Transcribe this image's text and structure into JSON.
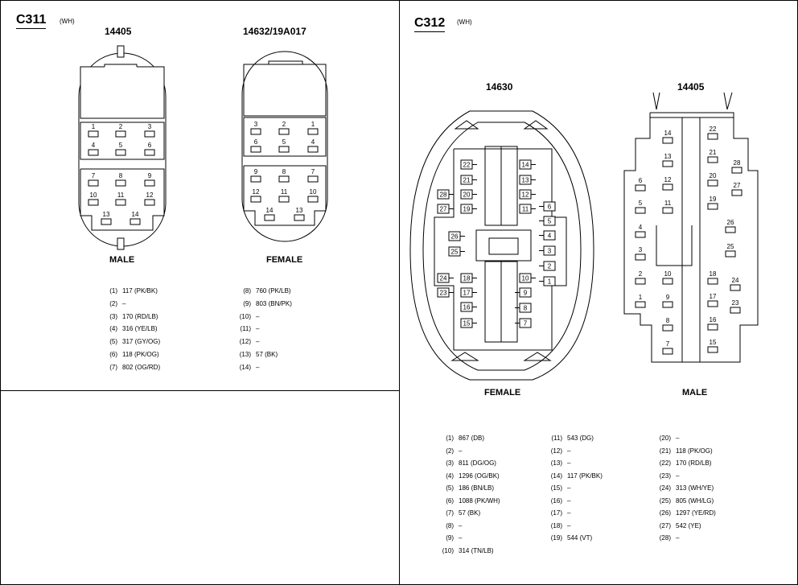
{
  "c311": {
    "id": "C311",
    "color": "(WH)",
    "left_part": "14405",
    "right_part": "14632/19A017",
    "left_gender": "MALE",
    "right_gender": "FEMALE",
    "male_pins": [
      {
        "n": "1"
      },
      {
        "n": "2"
      },
      {
        "n": "3"
      },
      {
        "n": "4"
      },
      {
        "n": "5"
      },
      {
        "n": "6"
      },
      {
        "n": "7"
      },
      {
        "n": "8"
      },
      {
        "n": "9"
      },
      {
        "n": "10"
      },
      {
        "n": "11"
      },
      {
        "n": "12"
      },
      {
        "n": "13"
      },
      {
        "n": "14"
      }
    ],
    "female_pins": [
      {
        "n": "3"
      },
      {
        "n": "2"
      },
      {
        "n": "1"
      },
      {
        "n": "6"
      },
      {
        "n": "5"
      },
      {
        "n": "4"
      },
      {
        "n": "9"
      },
      {
        "n": "8"
      },
      {
        "n": "7"
      },
      {
        "n": "12"
      },
      {
        "n": "11"
      },
      {
        "n": "10"
      },
      {
        "n": "14"
      },
      {
        "n": "13"
      }
    ],
    "legend": [
      {
        "pin": "(1)",
        "circuit": "117 (PK/BK)"
      },
      {
        "pin": "(2)",
        "circuit": "–"
      },
      {
        "pin": "(3)",
        "circuit": "170 (RD/LB)"
      },
      {
        "pin": "(4)",
        "circuit": "316 (YE/LB)"
      },
      {
        "pin": "(5)",
        "circuit": "317 (GY/OG)"
      },
      {
        "pin": "(6)",
        "circuit": "118 (PK/OG)"
      },
      {
        "pin": "(7)",
        "circuit": "802 (OG/RD)"
      },
      {
        "pin": "(8)",
        "circuit": "760 (PK/LB)"
      },
      {
        "pin": "(9)",
        "circuit": "803 (BN/PK)"
      },
      {
        "pin": "(10)",
        "circuit": "–"
      },
      {
        "pin": "(11)",
        "circuit": "–"
      },
      {
        "pin": "(12)",
        "circuit": "–"
      },
      {
        "pin": "(13)",
        "circuit": "57 (BK)"
      },
      {
        "pin": "(14)",
        "circuit": "–"
      }
    ]
  },
  "c312": {
    "id": "C312",
    "color": "(WH)",
    "left_part": "14630",
    "right_part": "14405",
    "left_gender": "FEMALE",
    "right_gender": "MALE",
    "female_pins": [
      {
        "n": "22"
      },
      {
        "n": "21"
      },
      {
        "n": "28"
      },
      {
        "n": "20"
      },
      {
        "n": "27"
      },
      {
        "n": "19"
      },
      {
        "n": "26"
      },
      {
        "n": "25"
      },
      {
        "n": "24"
      },
      {
        "n": "18"
      },
      {
        "n": "23"
      },
      {
        "n": "17"
      },
      {
        "n": "16"
      },
      {
        "n": "15"
      },
      {
        "n": "14"
      },
      {
        "n": "13"
      },
      {
        "n": "12"
      },
      {
        "n": "11"
      },
      {
        "n": "6"
      },
      {
        "n": "5"
      },
      {
        "n": "4"
      },
      {
        "n": "3"
      },
      {
        "n": "2"
      },
      {
        "n": "1"
      },
      {
        "n": "10"
      },
      {
        "n": "9"
      },
      {
        "n": "8"
      },
      {
        "n": "7"
      }
    ],
    "male_pins": [
      {
        "n": "14"
      },
      {
        "n": "13"
      },
      {
        "n": "12"
      },
      {
        "n": "11"
      },
      {
        "n": "10"
      },
      {
        "n": "9"
      },
      {
        "n": "8"
      },
      {
        "n": "7"
      },
      {
        "n": "6"
      },
      {
        "n": "5"
      },
      {
        "n": "4"
      },
      {
        "n": "3"
      },
      {
        "n": "2"
      },
      {
        "n": "1"
      },
      {
        "n": "22"
      },
      {
        "n": "21"
      },
      {
        "n": "20"
      },
      {
        "n": "19"
      },
      {
        "n": "18"
      },
      {
        "n": "17"
      },
      {
        "n": "16"
      },
      {
        "n": "15"
      },
      {
        "n": "28"
      },
      {
        "n": "27"
      },
      {
        "n": "26"
      },
      {
        "n": "25"
      },
      {
        "n": "24"
      },
      {
        "n": "23"
      }
    ],
    "legend": [
      {
        "pin": "(1)",
        "circuit": "867 (DB)"
      },
      {
        "pin": "(2)",
        "circuit": "–"
      },
      {
        "pin": "(3)",
        "circuit": "811 (DG/OG)"
      },
      {
        "pin": "(4)",
        "circuit": "1296 (OG/BK)"
      },
      {
        "pin": "(5)",
        "circuit": "186 (BN/LB)"
      },
      {
        "pin": "(6)",
        "circuit": "1088 (PK/WH)"
      },
      {
        "pin": "(7)",
        "circuit": "57 (BK)"
      },
      {
        "pin": "(8)",
        "circuit": "–"
      },
      {
        "pin": "(9)",
        "circuit": "–"
      },
      {
        "pin": "(10)",
        "circuit": "314 (TN/LB)"
      },
      {
        "pin": "(11)",
        "circuit": "543 (DG)"
      },
      {
        "pin": "(12)",
        "circuit": "–"
      },
      {
        "pin": "(13)",
        "circuit": "–"
      },
      {
        "pin": "(14)",
        "circuit": "117 (PK/BK)"
      },
      {
        "pin": "(15)",
        "circuit": "–"
      },
      {
        "pin": "(16)",
        "circuit": "–"
      },
      {
        "pin": "(17)",
        "circuit": "–"
      },
      {
        "pin": "(18)",
        "circuit": "–"
      },
      {
        "pin": "(19)",
        "circuit": "544 (VT)"
      },
      {
        "pin": "(20)",
        "circuit": "–"
      },
      {
        "pin": "(21)",
        "circuit": "118 (PK/OG)"
      },
      {
        "pin": "(22)",
        "circuit": "170 (RD/LB)"
      },
      {
        "pin": "(23)",
        "circuit": "–"
      },
      {
        "pin": "(24)",
        "circuit": "313 (WH/YE)"
      },
      {
        "pin": "(25)",
        "circuit": "805 (WH/LG)"
      },
      {
        "pin": "(26)",
        "circuit": "1297 (YE/RD)"
      },
      {
        "pin": "(27)",
        "circuit": "542 (YE)"
      },
      {
        "pin": "(28)",
        "circuit": "–"
      }
    ]
  }
}
